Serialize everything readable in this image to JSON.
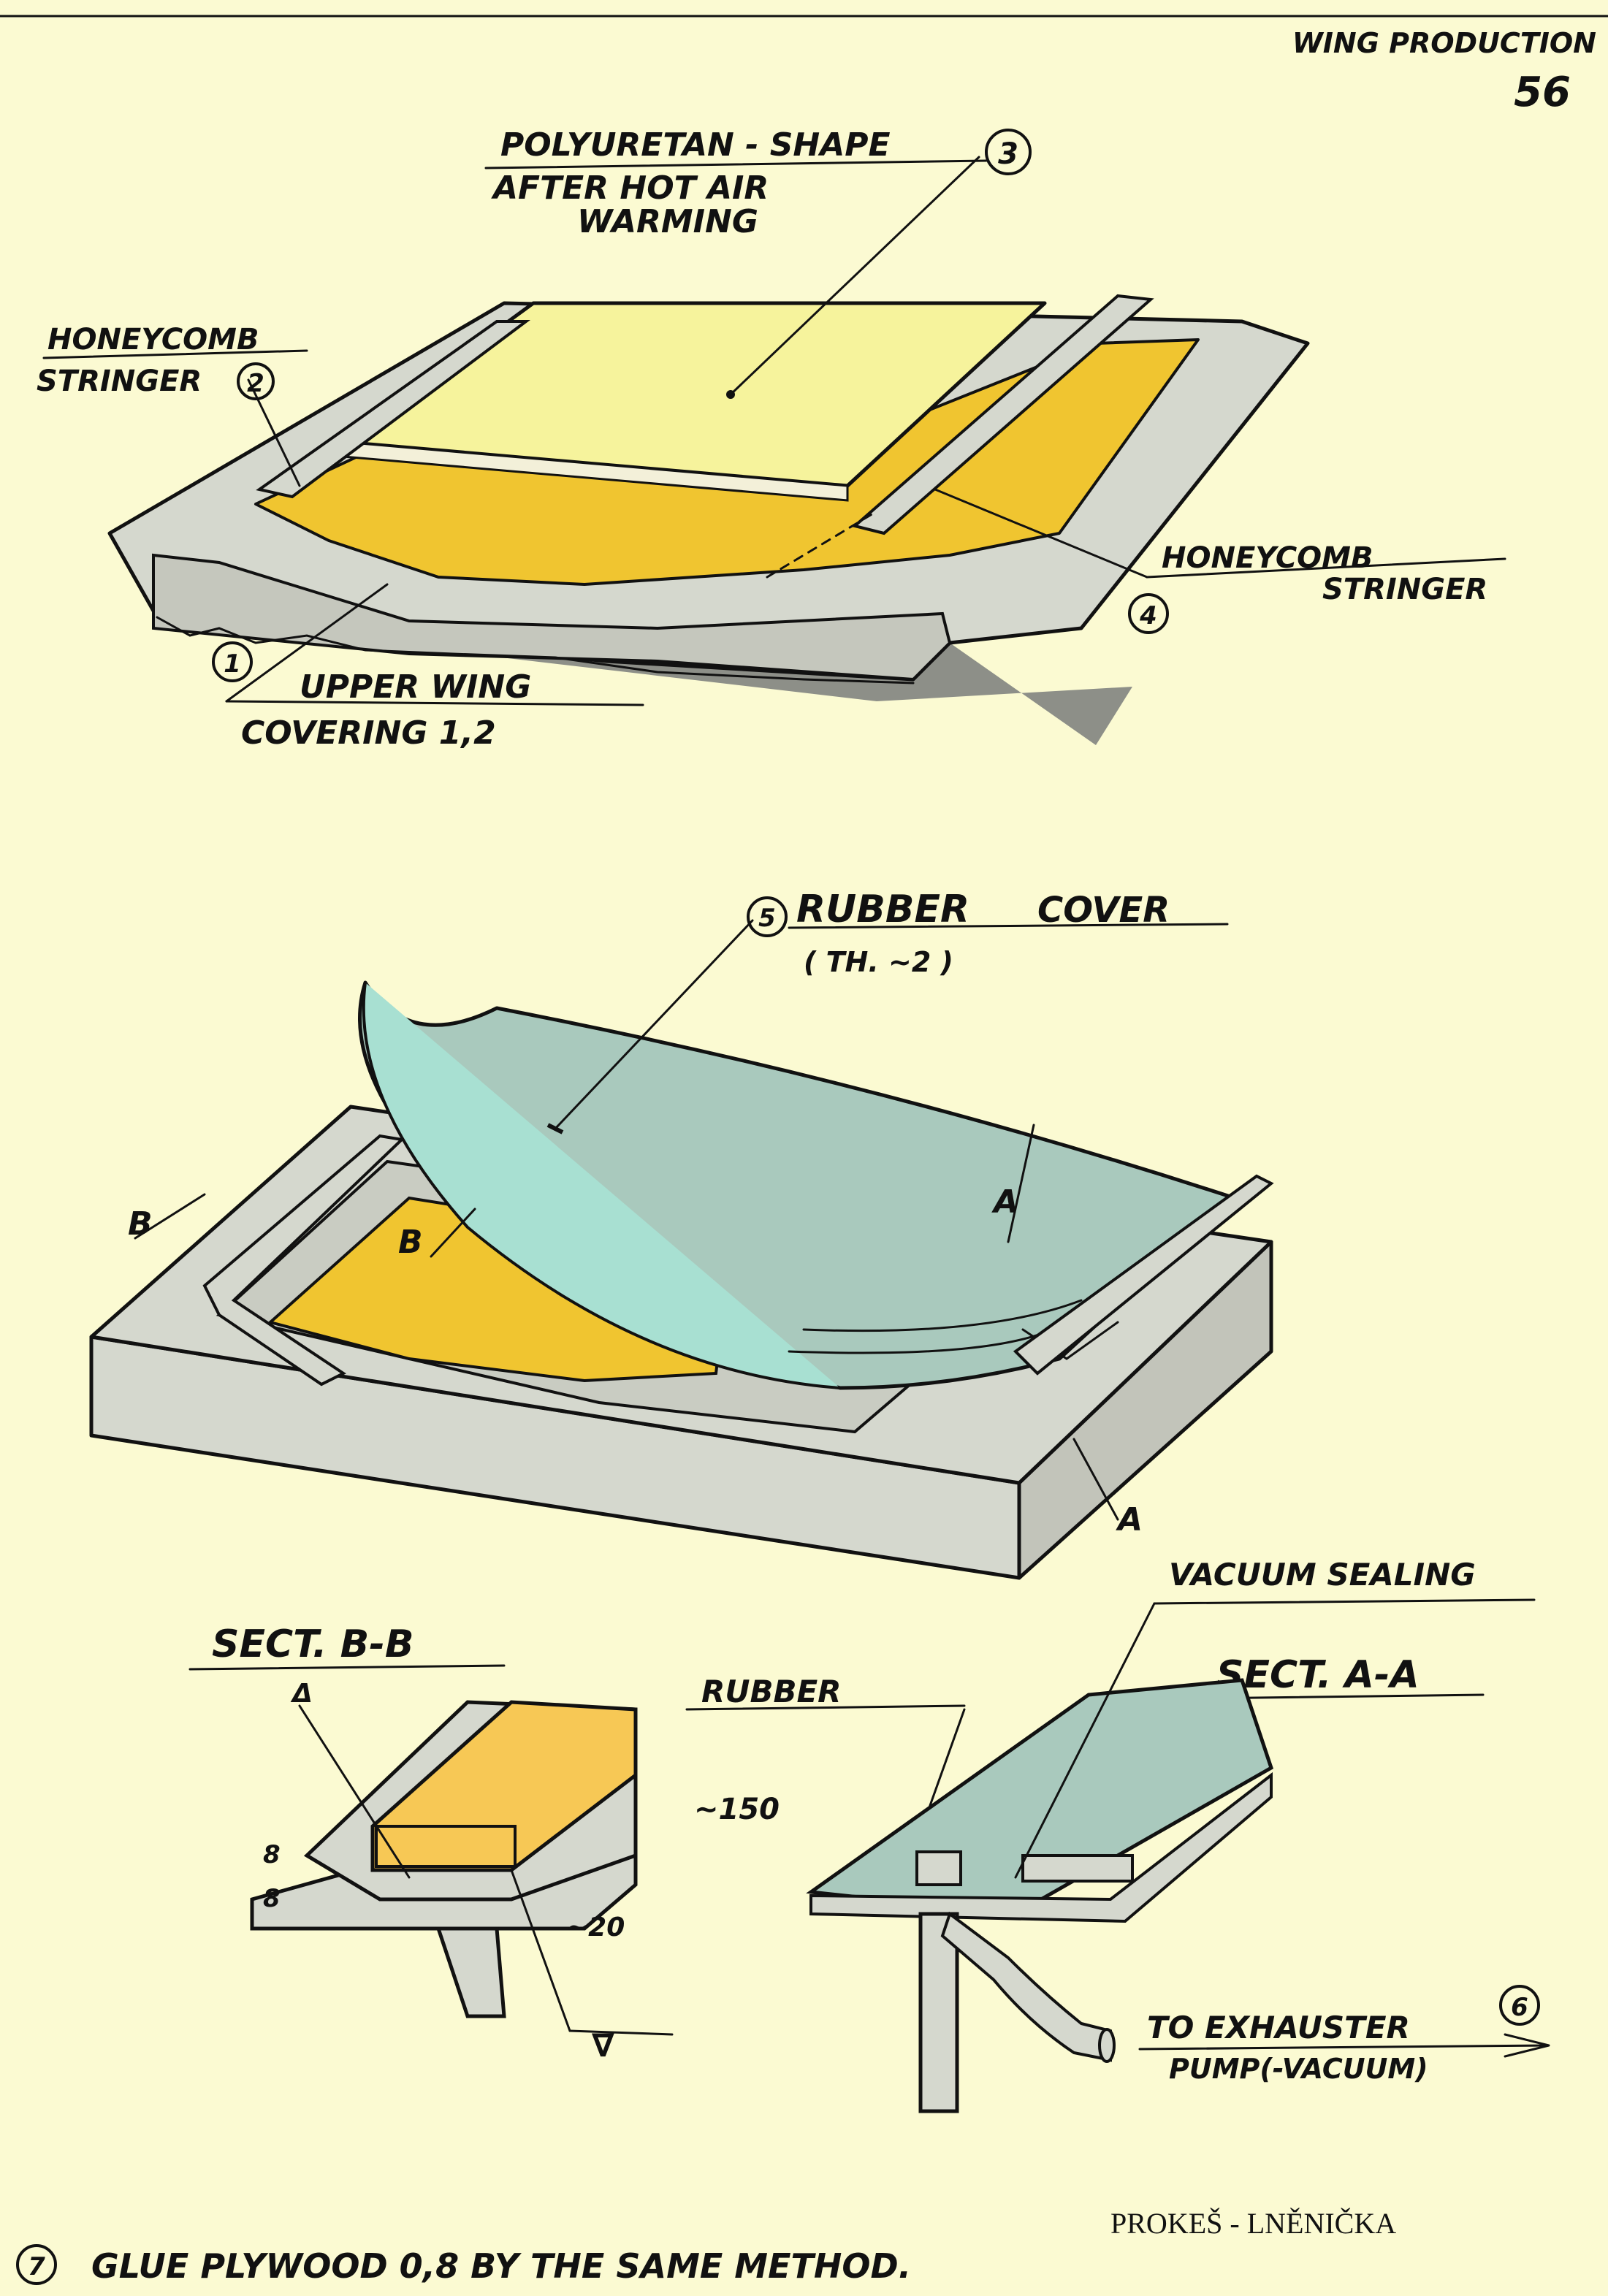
{
  "header": {
    "title": "WING PRODUCTION",
    "page_number": "56"
  },
  "top_diagram": {
    "label_3": {
      "number": "3",
      "line1": "POLYURETAN - SHAPE",
      "line2": "AFTER HOT AIR",
      "line3": "WARMING"
    },
    "label_2": {
      "number": "2",
      "line1": "HONEYCOMB",
      "line2": "STRINGER"
    },
    "label_4": {
      "number": "4",
      "line1": "HONEYCOMB",
      "line2": "STRINGER"
    },
    "label_1": {
      "number": "1",
      "line1": "UPPER WING",
      "line2": "COVERING 1,2"
    }
  },
  "middle_diagram": {
    "label_5": {
      "number": "5",
      "line1": "RUBBER",
      "line1b": "COVER",
      "line2": "( TH. ~2 )"
    },
    "section_marks": {
      "b_left": "B",
      "b_inner": "B",
      "a_top": "A",
      "a_bottom": "A"
    }
  },
  "sect_bb": {
    "title": "SECT. B-B",
    "delta_top": "Δ",
    "dim_8_upper": "8",
    "dim_8_lower": "8",
    "dim_150": "~150",
    "dim_20": "~20",
    "nabla": "∇"
  },
  "sect_aa": {
    "title": "SECT. A-A",
    "vacuum_label": "VACUUM SEALING",
    "rubber_label": "RUBBER",
    "exhaust": {
      "number": "6",
      "line1": "TO EXHAUSTER",
      "line2": "PUMP(-VACUUM)"
    }
  },
  "footer": {
    "note_number": "7",
    "note_text": "GLUE PLYWOOD 0,8 BY THE SAME METHOD.",
    "authors": "PROKEŠ - LNĚNIČKA"
  },
  "colors": {
    "paper": "#fbfad2",
    "pale_yellow": "#f6f39c",
    "gold": "#f0c530",
    "grey": "#d5d8ce",
    "teal": "#a9c9bd",
    "dark_grey": "#8d8f88"
  }
}
